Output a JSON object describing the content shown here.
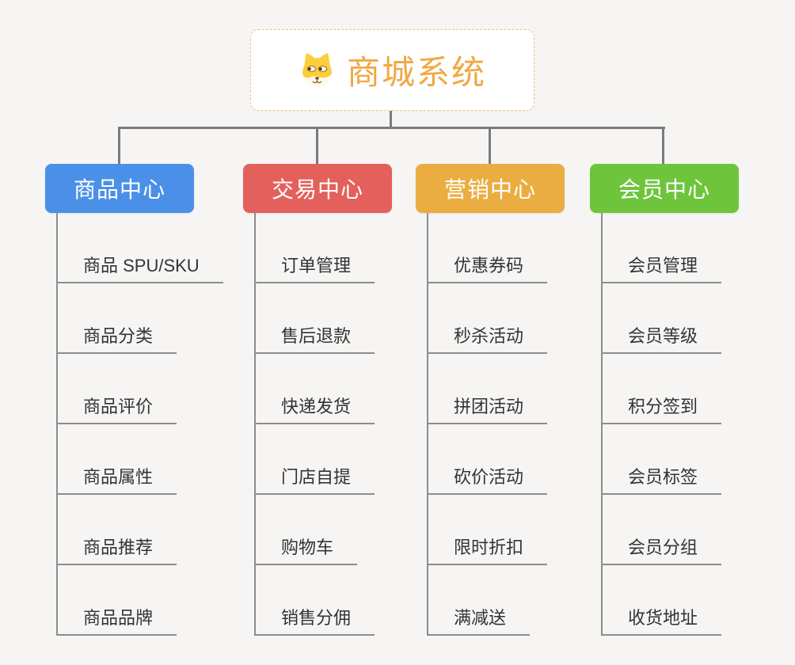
{
  "page": {
    "background_color": "#f6f5f4",
    "connector_color": "#7b7b7b",
    "underline_color": "#8d8d8d",
    "item_text_color": "#333333"
  },
  "root": {
    "title": "商城系统",
    "icon": "dog-face-icon",
    "text_color": "#f0a844",
    "border_color": "#f2c078",
    "background": "#ffffff"
  },
  "branches": [
    {
      "label": "商品中心",
      "color": "#4b90e8",
      "items": [
        "商品 SPU/SKU",
        "商品分类",
        "商品评价",
        "商品属性",
        "商品推荐",
        "商品品牌"
      ]
    },
    {
      "label": "交易中心",
      "color": "#e4605c",
      "items": [
        "订单管理",
        "售后退款",
        "快递发货",
        "门店自提",
        "购物车",
        "销售分佣"
      ]
    },
    {
      "label": "营销中心",
      "color": "#ebad41",
      "items": [
        "优惠券码",
        "秒杀活动",
        "拼团活动",
        "砍价活动",
        "限时折扣",
        "满减送"
      ]
    },
    {
      "label": "会员中心",
      "color": "#6ec53c",
      "items": [
        "会员管理",
        "会员等级",
        "积分签到",
        "会员标签",
        "会员分组",
        "收货地址"
      ]
    }
  ]
}
